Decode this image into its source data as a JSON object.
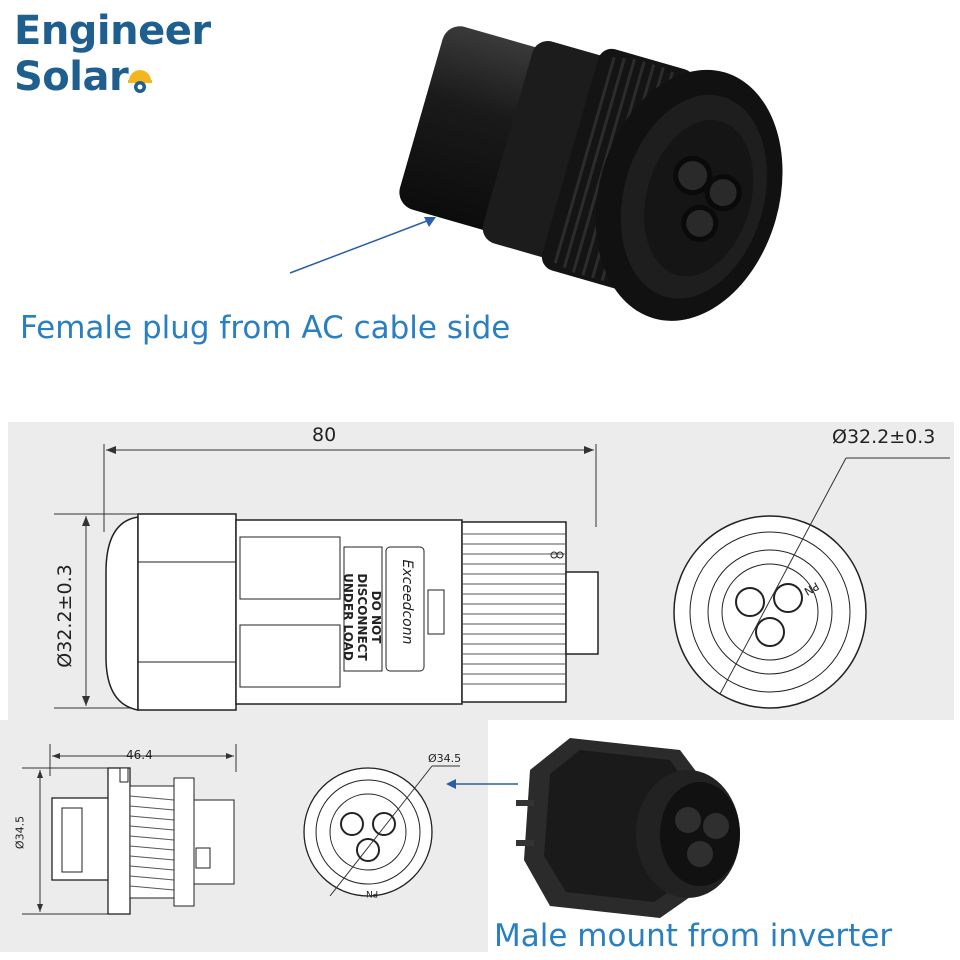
{
  "logo": {
    "line1": "Engineer",
    "line2": "Solar",
    "icon": "hardhat-gear-icon",
    "color": "#1f5f8f"
  },
  "captions": {
    "female": "Female plug from AC cable side",
    "male": "Male mount from inverter",
    "color": "#2a7fc0"
  },
  "female_drawing": {
    "length": "80",
    "diameter_side": "Ø32.2±0.3",
    "diameter_end": "Ø32.2±0.3",
    "warning": "DO NOT DISCONNECT UNDER LOAD",
    "brand": "Exceedconn",
    "pin_label": "PN"
  },
  "male_drawing": {
    "length": "46.4",
    "diameter_side": "Ø34.5",
    "diameter_end": "Ø34.5",
    "pin_label": "PN"
  }
}
